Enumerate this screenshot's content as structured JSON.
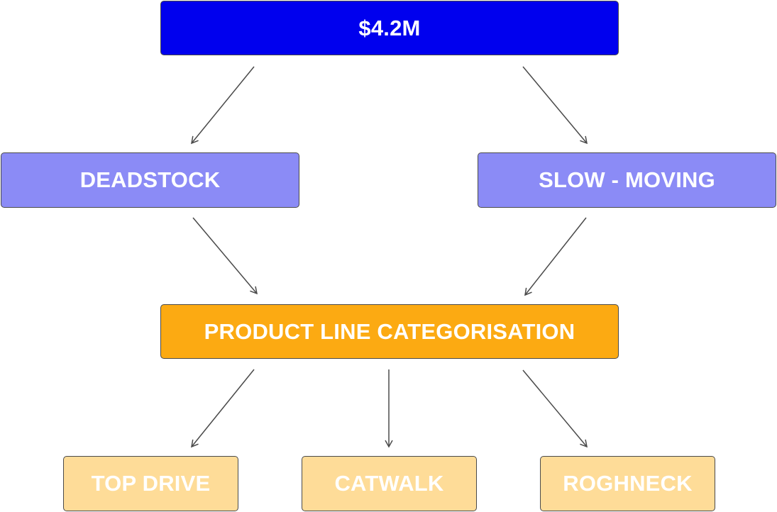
{
  "diagram": {
    "root": {
      "label": "$4.2M",
      "color": "#0000ee"
    },
    "level2": [
      {
        "label": "DEADSTOCK",
        "color": "#8b8bf6"
      },
      {
        "label": "SLOW - MOVING",
        "color": "#8b8bf6"
      }
    ],
    "level3": {
      "label": "PRODUCT LINE CATEGORISATION",
      "color": "#fcaa12"
    },
    "leaves": [
      {
        "label": "TOP DRIVE",
        "color": "#fedc98"
      },
      {
        "label": "CATWALK",
        "color": "#fedc98"
      },
      {
        "label": "ROGHNECK",
        "color": "#fedc98"
      }
    ],
    "edges": [
      [
        "$4.2M",
        "DEADSTOCK"
      ],
      [
        "$4.2M",
        "SLOW - MOVING"
      ],
      [
        "DEADSTOCK",
        "PRODUCT LINE CATEGORISATION"
      ],
      [
        "SLOW - MOVING",
        "PRODUCT LINE CATEGORISATION"
      ],
      [
        "PRODUCT LINE CATEGORISATION",
        "TOP DRIVE"
      ],
      [
        "PRODUCT LINE CATEGORISATION",
        "CATWALK"
      ],
      [
        "PRODUCT LINE CATEGORISATION",
        "ROGHNECK"
      ]
    ]
  }
}
